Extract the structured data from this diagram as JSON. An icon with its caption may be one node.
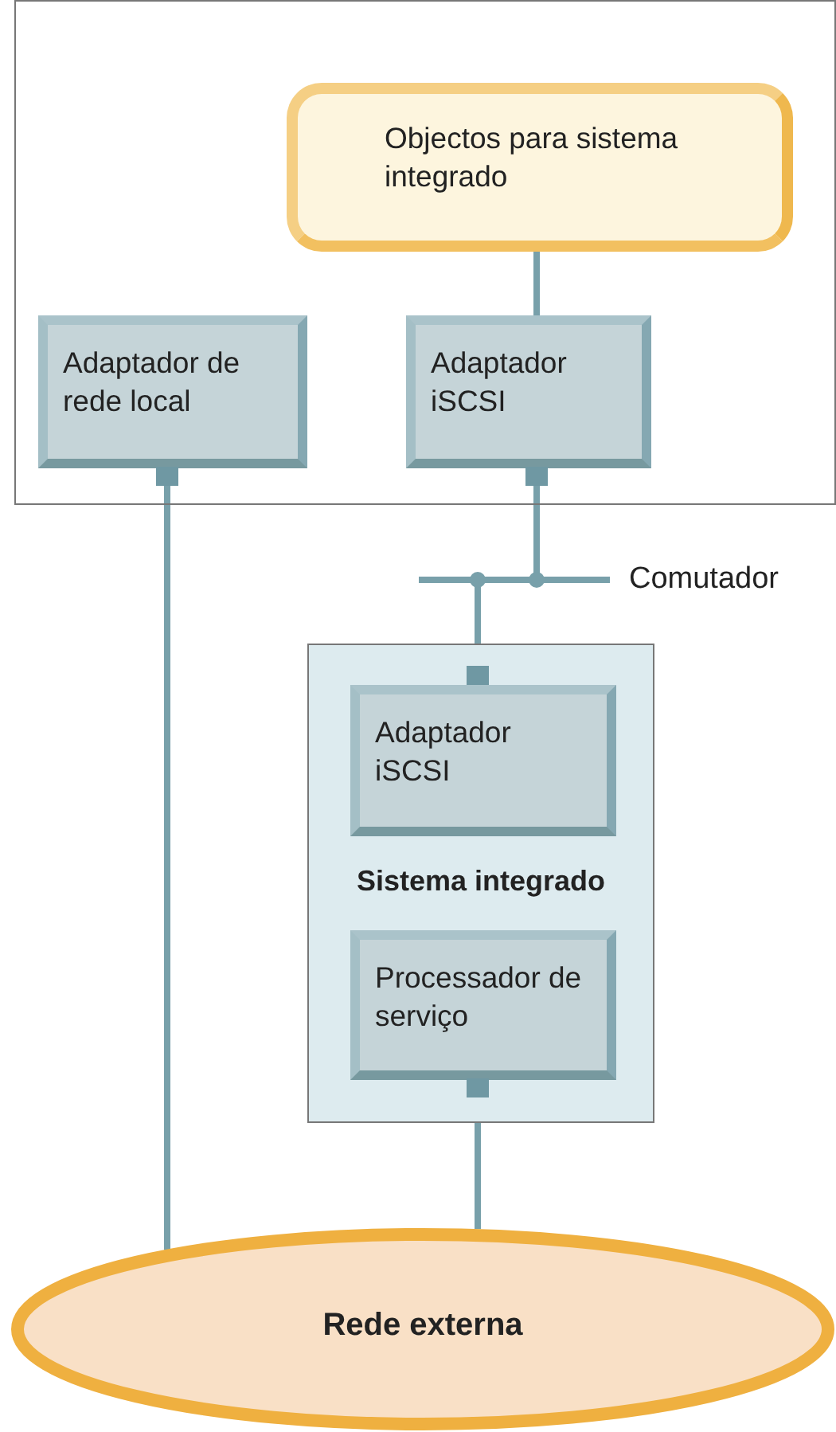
{
  "diagram": {
    "nodes": [
      {
        "text": [],
        "shape": "box"
      },
      {
        "text": [
          "Objectos para sistema integrado"
        ],
        "in": 0
      },
      {
        "text": [
          "Adaptador de rede local"
        ],
        "in": 0
      },
      {
        "text": [
          "Adaptador iSCSI"
        ],
        "in": 0
      },
      {
        "text": [],
        "shape": "bar"
      },
      {
        "text": [
          "Sistema integrado"
        ]
      },
      {
        "text": [
          "Adaptador iSCSI"
        ],
        "in": 5
      },
      {
        "text": [
          "Processador de serviço"
        ],
        "in": 5
      },
      {
        "text": [
          "Rede externa"
        ]
      }
    ],
    "edges": [
      {
        "from": 1,
        "to": 3,
        "arrow": "none"
      },
      {
        "from": 3,
        "to": 4,
        "arrow": "other"
      },
      {
        "from": 6,
        "to": 4,
        "arrow": "other"
      },
      {
        "from": 2,
        "to": 8,
        "arrow": "none"
      },
      {
        "from": 7,
        "to": 8,
        "arrow": "none"
      }
    ],
    "labels": [
      "Comutador"
    ]
  }
}
